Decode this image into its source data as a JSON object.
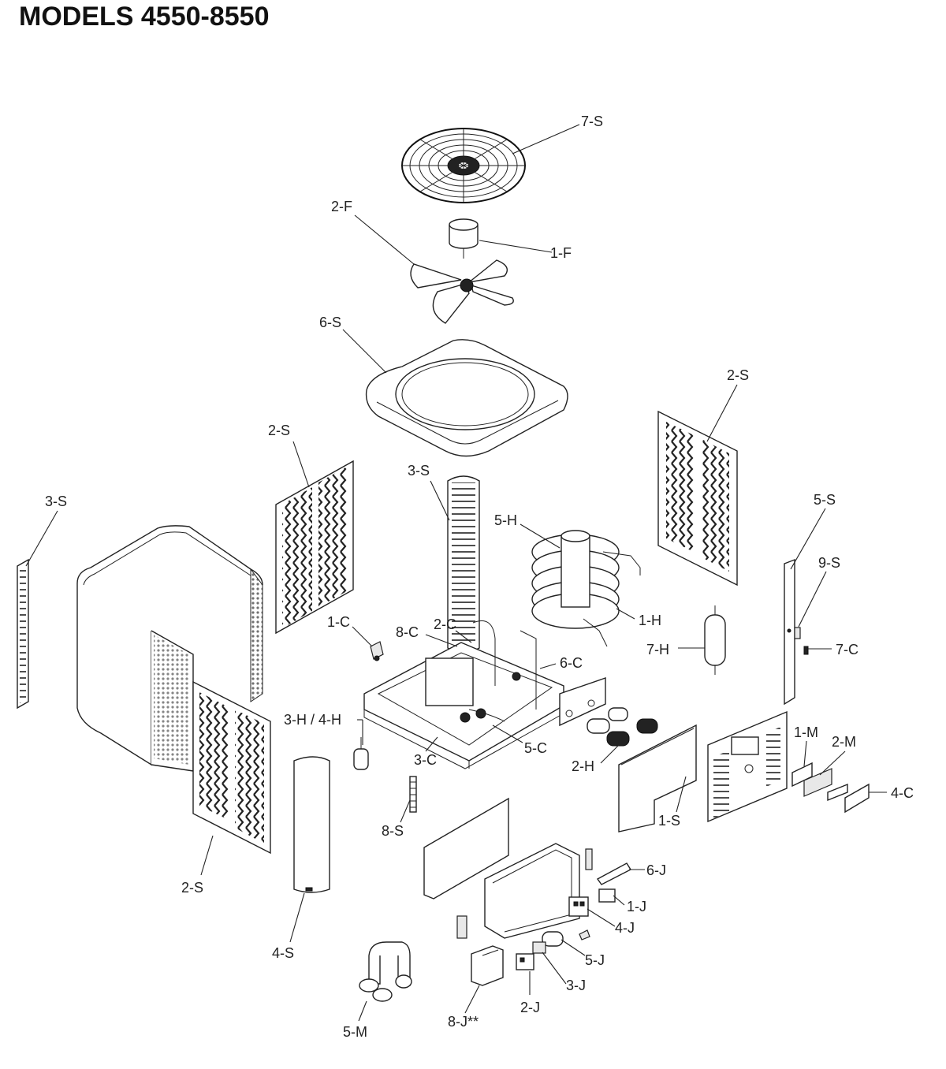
{
  "title": "MODELS 4550-8550",
  "labels": {
    "7S": "7-S",
    "2F": "2-F",
    "1F": "1-F",
    "6S": "6-S",
    "2S_right": "2-S",
    "2S_mid": "2-S",
    "3S_left": "3-S",
    "3S_mid": "3-S",
    "5H": "5-H",
    "5S": "5-S",
    "9S": "9-S",
    "1C": "1-C",
    "8C": "8-C",
    "2C": "2-C",
    "1H": "1-H",
    "7H": "7-H",
    "7C": "7-C",
    "6C": "6-C",
    "3H4H": "3-H / 4-H",
    "5C": "5-C",
    "3C": "3-C",
    "1M": "1-M",
    "2M": "2-M",
    "2H": "2-H",
    "4C": "4-C",
    "1S": "1-S",
    "8S": "8-S",
    "6J": "6-J",
    "2S_lower": "2-S",
    "1J": "1-J",
    "4J": "4-J",
    "4S": "4-S",
    "5J": "5-J",
    "3J": "3-J",
    "2J": "2-J",
    "8J": "8-J**",
    "5M": "5-M"
  }
}
